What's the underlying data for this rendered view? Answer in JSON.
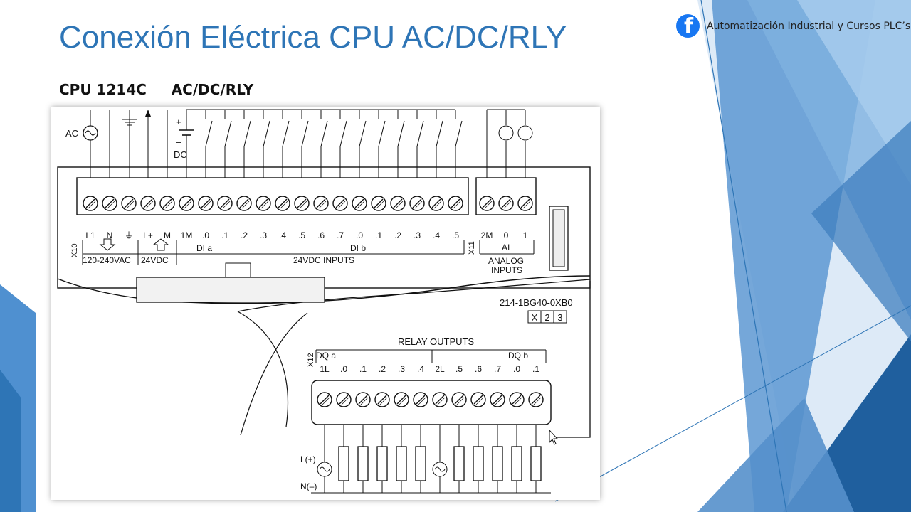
{
  "slide": {
    "title": "Conexión Eléctrica  CPU AC/DC/RLY",
    "subtitle": "CPU 1214C     AC/DC/RLY"
  },
  "social": {
    "icon": "facebook-icon",
    "text": "Automatización Industrial y Cursos PLC’s"
  },
  "colors": {
    "title": "#2e75b6",
    "facebook": "#1877f2",
    "accent_dark": "#1f5f9e",
    "accent_light": "#7fb2e0"
  },
  "diagram": {
    "supply_labels": {
      "ac": "AC",
      "dc_plus": "+",
      "dc_minus": "–",
      "dc": "DC"
    },
    "x10": {
      "connector": "X10",
      "terminals": [
        "L1",
        "N",
        "⏚",
        "L+",
        "M",
        "1M",
        ".0",
        ".1",
        ".2",
        ".3",
        ".4",
        ".5",
        ".6",
        ".7",
        ".0",
        ".1",
        ".2",
        ".3",
        ".4",
        ".5"
      ],
      "group_power": "120-240VAC",
      "group_sensor": "24VDC",
      "group_dia": "DI a",
      "group_dib": "DI b",
      "group_inputs": "24VDC INPUTS"
    },
    "x11": {
      "connector": "X11",
      "terminals": [
        "2M",
        "0",
        "1"
      ],
      "group": "AI",
      "caption1": "ANALOG",
      "caption2": "INPUTS"
    },
    "part_number": "214-1BG40-0XB0",
    "version_boxes": [
      "X",
      "2",
      "3"
    ],
    "x12": {
      "connector": "X12",
      "title": "RELAY OUTPUTS",
      "group_a": "DQ a",
      "group_b": "DQ b",
      "terminals": [
        "1L",
        ".0",
        ".1",
        ".2",
        ".3",
        ".4",
        "2L",
        ".5",
        ".6",
        ".7",
        ".0",
        ".1"
      ]
    },
    "load_labels": {
      "l_plus": "L(+)",
      "n_minus": "N(–)"
    }
  }
}
